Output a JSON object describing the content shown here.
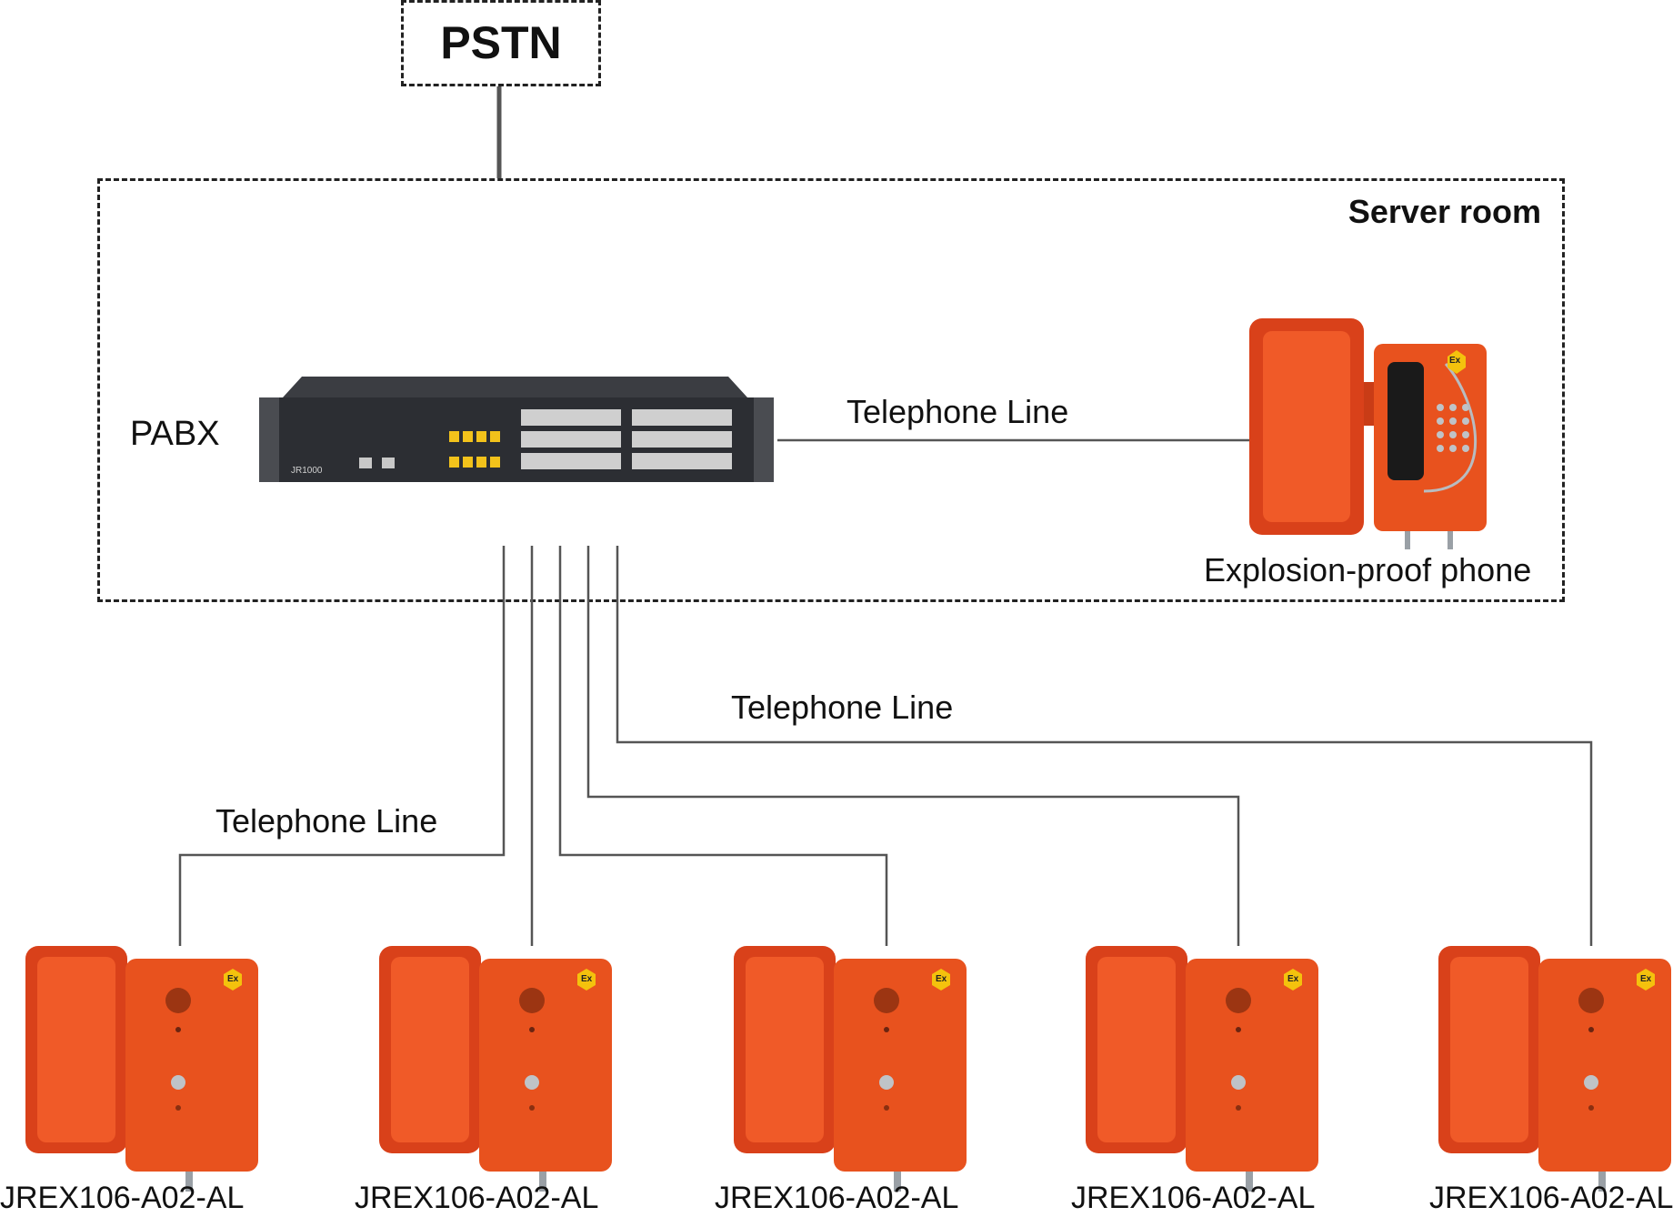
{
  "pstn": {
    "label": "PSTN"
  },
  "server_room": {
    "title": "Server room"
  },
  "pabx": {
    "label": "PABX",
    "model": "JR1000"
  },
  "links": {
    "pabx_to_explosion_phone": "Telephone Line",
    "pabx_to_field_phones_upper": "Telephone Line",
    "pabx_to_field_phones_lower": "Telephone Line"
  },
  "explosion_phone": {
    "label": "Explosion-proof phone",
    "badge": "Ex"
  },
  "field_phones": [
    {
      "model": "JREX106-A02-AL",
      "badge": "Ex"
    },
    {
      "model": "JREX106-A02-AL",
      "badge": "Ex"
    },
    {
      "model": "JREX106-A02-AL",
      "badge": "Ex"
    },
    {
      "model": "JREX106-A02-AL",
      "badge": "Ex"
    },
    {
      "model": "JREX106-A02-AL",
      "badge": "Ex"
    }
  ],
  "colors": {
    "phone_orange": "#e8521e",
    "phone_door": "#d9411a",
    "pabx_body": "#2c2e33",
    "port_yellow": "#f2c21b",
    "line": "#555555"
  }
}
